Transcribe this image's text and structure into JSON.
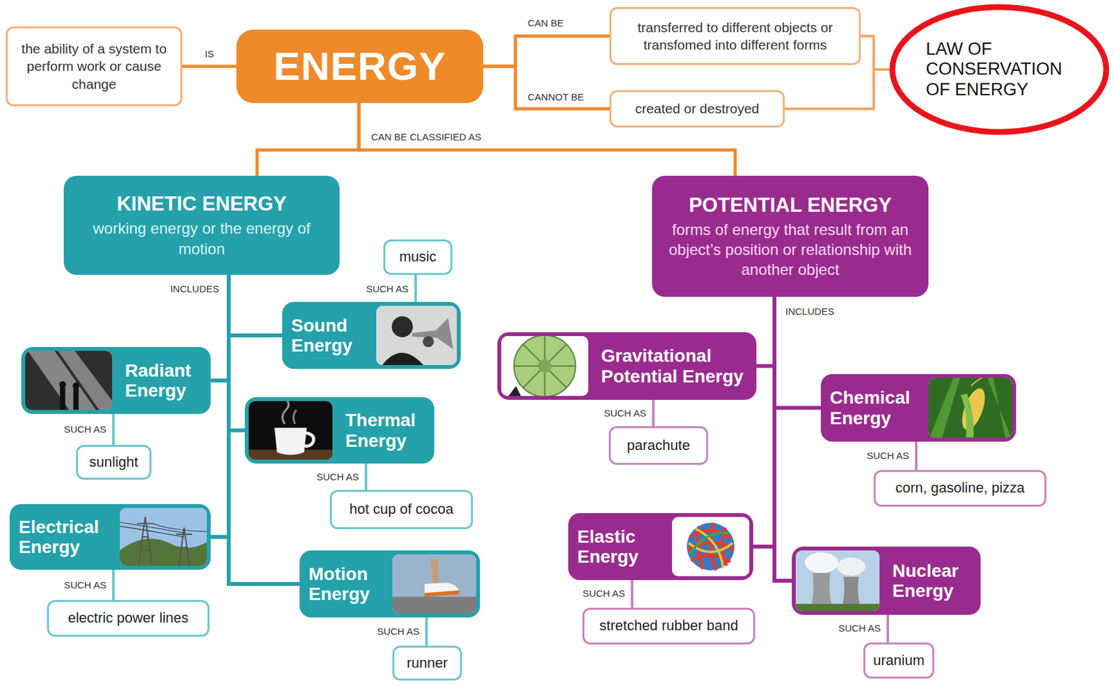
{
  "diagram": {
    "nodes": [
      {
        "text": [
          "the ability of a system to perform work or cause change"
        ]
      },
      {
        "text": [
          "ENERGY"
        ]
      },
      {
        "text": [
          "transferred to different objects or transfomed into different forms"
        ]
      },
      {
        "text": [
          "created or destroyed"
        ]
      },
      {
        "text": [
          "LAW OF CONSERVATION OF ENERGY"
        ]
      },
      {
        "text": [
          "KINETIC ENERGY",
          "working energy or the energy of motion"
        ]
      },
      {
        "text": [
          "POTENTIAL ENERGY",
          "forms of energy that result from an object’s position or relationship with another object"
        ]
      },
      {
        "text": [
          "music"
        ]
      },
      {
        "text": [
          "Sound Energy"
        ]
      },
      {
        "text": [
          "Radiant Energy"
        ]
      },
      {
        "text": [
          "Gravitational Potential Energy"
        ]
      },
      {
        "text": [
          "Chemical Energy"
        ]
      },
      {
        "text": [
          "Thermal Energy"
        ]
      },
      {
        "text": [
          "sunlight"
        ]
      },
      {
        "text": [
          "parachute"
        ]
      },
      {
        "text": [
          "corn, gasoline, pizza"
        ]
      },
      {
        "text": [
          "hot cup of cocoa"
        ]
      },
      {
        "text": [
          "Electrical Energy"
        ]
      },
      {
        "text": [
          "Elastic Energy"
        ]
      },
      {
        "text": [
          "Nuclear Energy"
        ]
      },
      {
        "text": [
          "Motion Energy"
        ]
      },
      {
        "text": [
          "electric power lines"
        ]
      },
      {
        "text": [
          "stretched rubber band"
        ]
      },
      {
        "text": [
          "uranium"
        ]
      },
      {
        "text": [
          "runner"
        ]
      }
    ],
    "edges": [
      {
        "from": 1,
        "to": 0,
        "label": "IS",
        "arrow": "none"
      },
      {
        "from": 1,
        "to": 2,
        "label": "CAN BE",
        "arrow": "none"
      },
      {
        "from": 1,
        "to": 3,
        "label": "CANNOT BE",
        "arrow": "none"
      },
      {
        "from": 2,
        "to": 4,
        "arrow": "none"
      },
      {
        "from": 3,
        "to": 4,
        "arrow": "none"
      },
      {
        "from": 1,
        "to": 5,
        "label": "CAN BE CLASSIFIED AS",
        "arrow": "none"
      },
      {
        "from": 1,
        "to": 6,
        "arrow": "none"
      },
      {
        "from": 5,
        "to": 8,
        "label": "INCLUDES",
        "arrow": "none"
      },
      {
        "from": 5,
        "to": 9,
        "arrow": "none"
      },
      {
        "from": 5,
        "to": 12,
        "arrow": "none"
      },
      {
        "from": 5,
        "to": 17,
        "arrow": "none"
      },
      {
        "from": 5,
        "to": 20,
        "arrow": "none"
      },
      {
        "from": 6,
        "to": 10,
        "label": "INCLUDES",
        "arrow": "none"
      },
      {
        "from": 6,
        "to": 11,
        "arrow": "none"
      },
      {
        "from": 6,
        "to": 18,
        "arrow": "none"
      },
      {
        "from": 6,
        "to": 19,
        "arrow": "none"
      },
      {
        "from": 8,
        "to": 7,
        "label": "SUCH AS",
        "arrow": "none"
      },
      {
        "from": 9,
        "to": 13,
        "label": "SUCH AS",
        "arrow": "none"
      },
      {
        "from": 12,
        "to": 16,
        "label": "SUCH AS",
        "arrow": "none"
      },
      {
        "from": 17,
        "to": 21,
        "label": "SUCH AS",
        "arrow": "none"
      },
      {
        "from": 20,
        "to": 24,
        "label": "SUCH AS",
        "arrow": "none"
      },
      {
        "from": 10,
        "to": 14,
        "label": "SUCH AS",
        "arrow": "none"
      },
      {
        "from": 11,
        "to": 15,
        "label": "SUCH AS",
        "arrow": "none"
      },
      {
        "from": 18,
        "to": 22,
        "label": "SUCH AS",
        "arrow": "none"
      },
      {
        "from": 19,
        "to": 23,
        "label": "SUCH AS",
        "arrow": "none"
      }
    ]
  }
}
